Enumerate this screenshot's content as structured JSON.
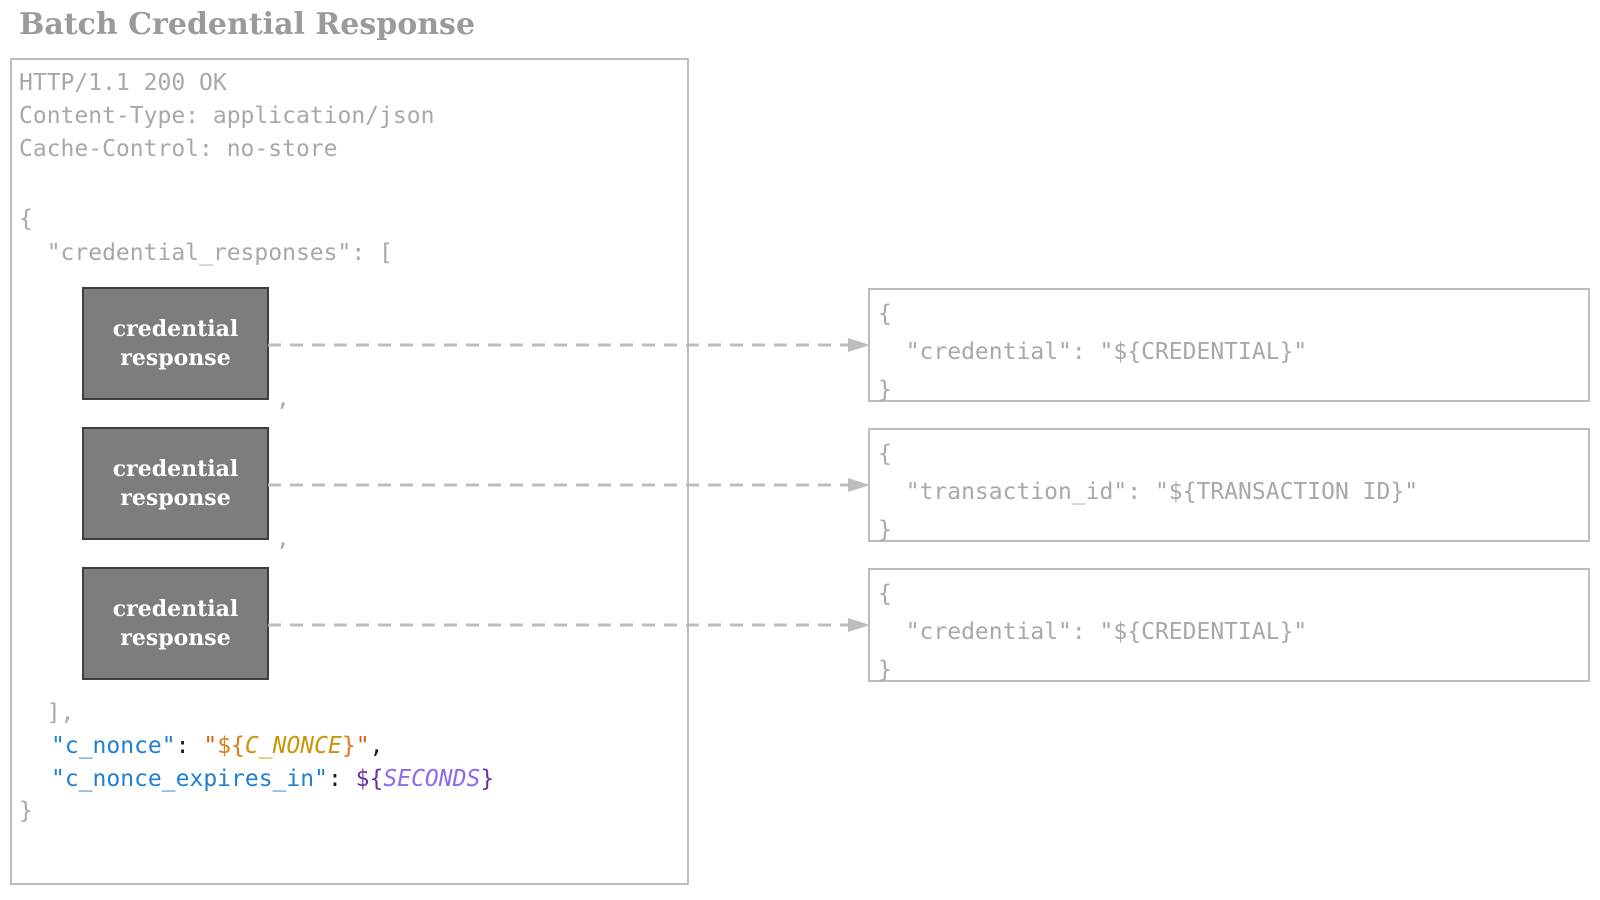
{
  "page": {
    "title": "Batch Credential Response",
    "background_color": "#ffffff"
  },
  "colors": {
    "title_gray": "#9a9a9a",
    "code_gray": "#a8a8a8",
    "panel_border": "#bdbdbd",
    "cred_box_fill": "#7d7d7d",
    "cred_box_border": "#3e3e3e",
    "cred_box_text": "#ffffff",
    "key_blue": "#1f7fd0",
    "punct_black": "#1a1a1a",
    "quote_orange": "#d95f0e",
    "dollar_amber": "#e07b18",
    "var_amber": "#c9960b",
    "dollar_purple": "#6b2fa0",
    "var_purple": "#8d6bf0",
    "connector_gray": "#bdbdbd"
  },
  "response": {
    "status_line": "HTTP/1.1 200 OK",
    "header_content_type": "Content-Type: application/json",
    "header_cache_control": "Cache-Control: no-store",
    "header_block": "HTTP/1.1 200 OK\nContent-Type: application/json\nCache-Control: no-store",
    "open_brace": "{",
    "array_key_line": "  \"credential_responses\": [",
    "close_array_line": "  ],",
    "close_brace": "}",
    "c_nonce": {
      "key": "\"c_nonce\"",
      "colon": ":",
      "open_quote": "\"",
      "dollar_open": "${",
      "variable": "C_NONCE",
      "brace_close": "}",
      "close_quote": "\"",
      "trailing_comma": ","
    },
    "c_nonce_expires_in": {
      "key": "\"c_nonce_expires_in\"",
      "colon": ":",
      "dollar_open": "${",
      "variable": "SECONDS",
      "brace_close": "}"
    }
  },
  "credential_response_boxes": [
    {
      "line1": "credential",
      "line2": "response",
      "trailing_comma": ","
    },
    {
      "line1": "credential",
      "line2": "response",
      "trailing_comma": ","
    },
    {
      "line1": "credential",
      "line2": "response",
      "trailing_comma": ""
    }
  ],
  "detail_boxes": [
    {
      "code": "{\n  \"credential\": \"${CREDENTIAL}\"\n}"
    },
    {
      "code": "{\n  \"transaction_id\": \"${TRANSACTION ID}\"\n}"
    },
    {
      "code": "{\n  \"credential\": \"${CREDENTIAL}\"\n}"
    }
  ],
  "connectors": [
    {
      "style": "dashed-arrow",
      "from": "credential-response-box-1",
      "to": "detail-box-1"
    },
    {
      "style": "dashed-arrow",
      "from": "credential-response-box-2",
      "to": "detail-box-2"
    },
    {
      "style": "dashed-arrow",
      "from": "credential-response-box-3",
      "to": "detail-box-3"
    }
  ]
}
